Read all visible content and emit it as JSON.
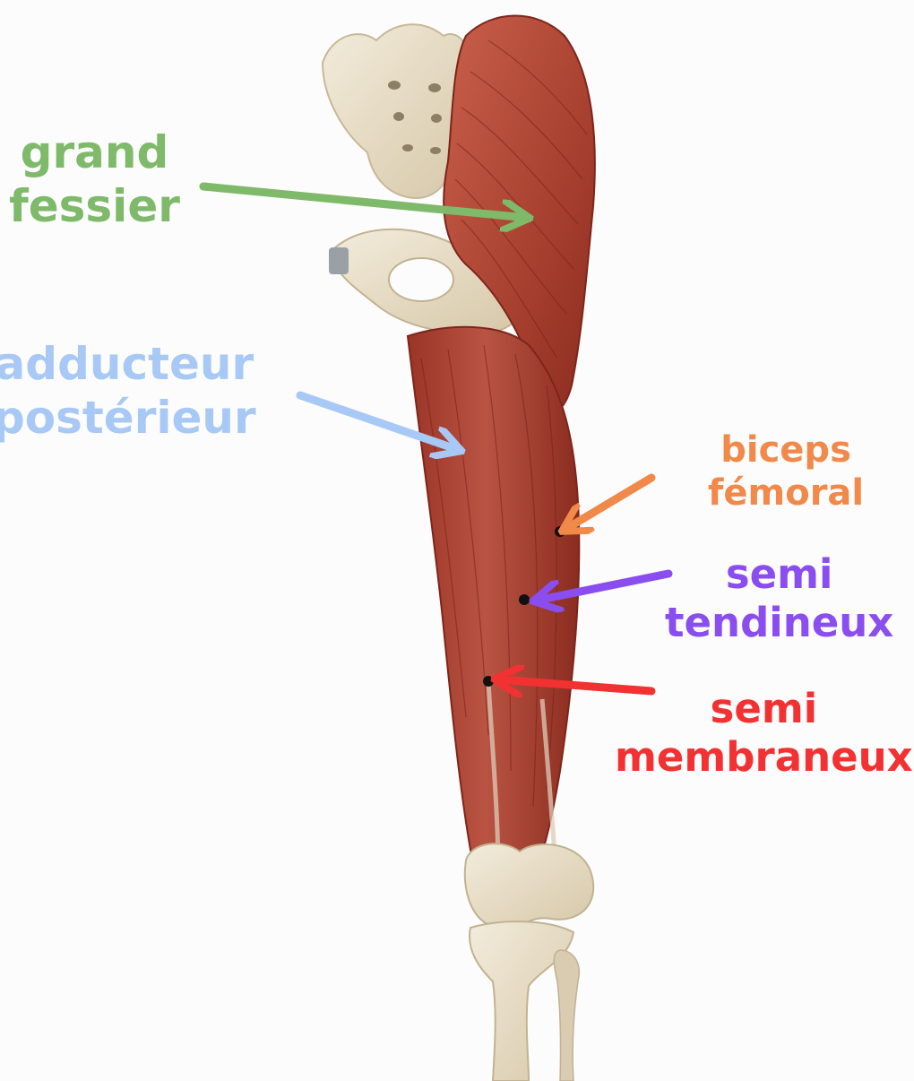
{
  "colors": {
    "background": "#fcfcfc",
    "muscle_dark": "#8e2e22",
    "muscle_mid": "#b04a3a",
    "muscle_light": "#c96c58",
    "bone": "#ece3cf",
    "bone_shadow": "#cbbd9f",
    "tendon": "#e6d3c0"
  },
  "labels": [
    {
      "id": "grand-fessier",
      "lines": [
        "grand",
        "fessier"
      ],
      "color": "#7fb96a"
    },
    {
      "id": "adducteur-posterieur",
      "lines": [
        "adducteur",
        "postérieur"
      ],
      "color": "#a8c8f5"
    },
    {
      "id": "biceps-femoral",
      "lines": [
        "biceps",
        "fémoral"
      ],
      "color": "#f0894a"
    },
    {
      "id": "semi-tendineux",
      "lines": [
        "semi",
        "tendineux"
      ],
      "color": "#8a4df0"
    },
    {
      "id": "semi-membraneux",
      "lines": [
        "semi",
        "membraneux"
      ],
      "color": "#f23232"
    }
  ]
}
